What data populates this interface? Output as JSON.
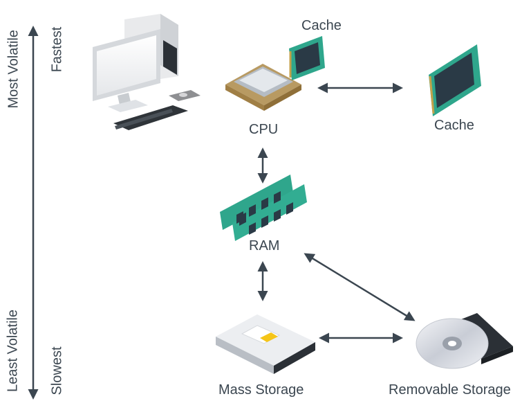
{
  "scale": {
    "most_volatile": "Most Volatile",
    "least_volatile": "Least Volatile",
    "fastest": "Fastest",
    "slowest": "Slowest"
  },
  "nodes": {
    "cache_top": "Cache",
    "cpu": "CPU",
    "cache_right": "Cache",
    "ram": "RAM",
    "mass_storage": "Mass Storage",
    "removable_storage": "Removable Storage"
  },
  "icons": [
    "desktop-computer-icon",
    "cpu-chip-icon",
    "cache-board-icon",
    "ram-module-icon",
    "hard-drive-icon",
    "optical-disc-drive-icon"
  ],
  "colors": {
    "text": "#3b4650",
    "arrow": "#3b4650",
    "board_green": "#2fa68c",
    "chip_dark": "#2b3640"
  }
}
